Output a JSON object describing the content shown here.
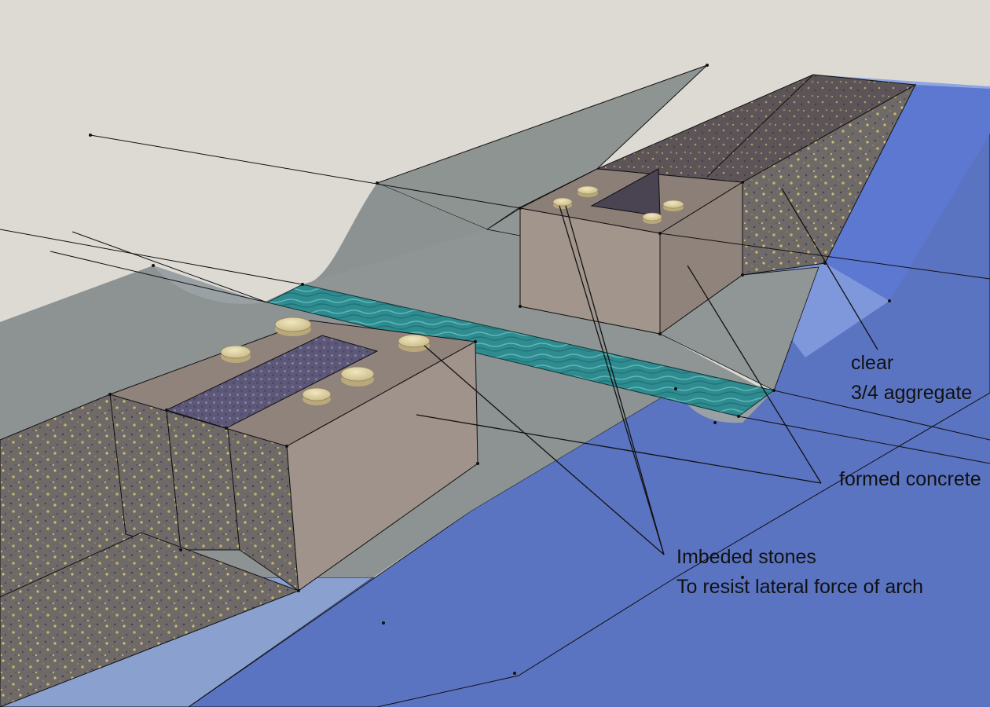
{
  "annotations": {
    "clear_aggregate": {
      "line1": "clear",
      "line2": "3/4 aggregate"
    },
    "formed_concrete": {
      "text": "formed concrete"
    },
    "embedded_stones": {
      "line1": "Imbeded stones",
      "line2": "To resist lateral force of arch"
    }
  },
  "colors": {
    "background": "#dcdad3",
    "concrete": "#9c8f86",
    "aggregate": "#6e6a66",
    "grout_strip": "#2f8f91",
    "plan_bands": "#5d77c7",
    "embedded_stone": "#e2d5a6",
    "leader_lines": "#111111"
  }
}
